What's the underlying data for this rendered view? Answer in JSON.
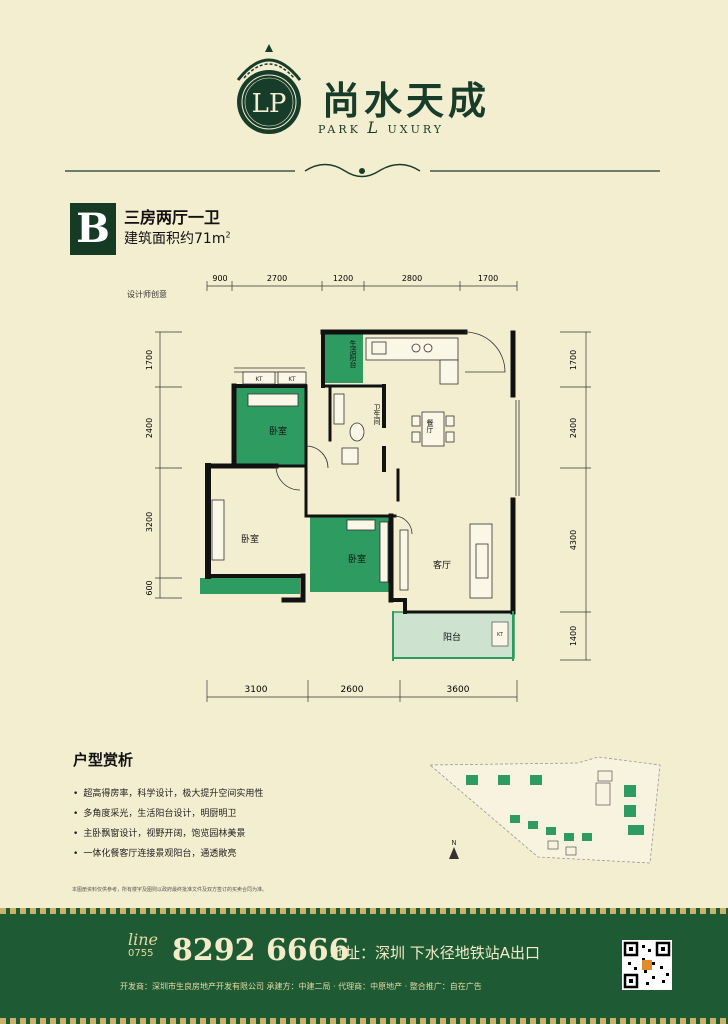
{
  "brand": {
    "emblem_letters": "LP",
    "name": "尚水天成",
    "subtitle_left": "PARK",
    "subtitle_mid": "L",
    "subtitle_right": "UXURY"
  },
  "unit": {
    "letter": "B",
    "name": "三房两厅一卫",
    "area_label": "建筑面积约71m",
    "area_sup": "2",
    "designer_note": "设计师创意"
  },
  "dimensions": {
    "top": [
      "900",
      "2700",
      "1200",
      "2800",
      "1700"
    ],
    "bottom": [
      "3100",
      "2600",
      "3600"
    ],
    "left": [
      "1700",
      "2400",
      "3200",
      "600"
    ],
    "right": [
      "1700",
      "2400",
      "4300",
      "1400"
    ]
  },
  "rooms": {
    "bedroom_a": "卧室",
    "bedroom_b": "卧室",
    "bedroom_c": "卧室",
    "living": "客厅",
    "dining": "餐厅",
    "bath": "卫生间",
    "service_balcony": "生活阳台",
    "balcony": "阳台",
    "kt1": "KT",
    "kt2": "KT",
    "kt3": "KT"
  },
  "analysis": {
    "title": "户型赏析",
    "features": [
      "超高得房率，科学设计，极大提升空间实用性",
      "多角度采光，生活阳台设计，明厨明卫",
      "主卧飘窗设计，视野开阔，饱览园林美景",
      "一体化餐客厅连接景观阳台，通透敞亮"
    ],
    "disclaimer": "本图册资料仅供参考，所有楼宇及图则以政府最终批准文件及双方签订的买卖合同为准。"
  },
  "siteplan": {
    "north": "N"
  },
  "footer": {
    "line_label": "line",
    "area_code": "0755",
    "number": "8292 6666",
    "address": "地址：深圳  下水径地铁站A出口",
    "developer": "开发商：深圳市生良房地产开发有限公司  承建方：中建二局 · 代理商：中原地产 · 整合推广：自在广告"
  },
  "colors": {
    "primary_green": "#1e5a34",
    "room_green": "#2e9b60",
    "balcony_green": "#cde3cf",
    "wall": "#111111",
    "background": "#f4eed0",
    "gold": "#c9b46a"
  }
}
